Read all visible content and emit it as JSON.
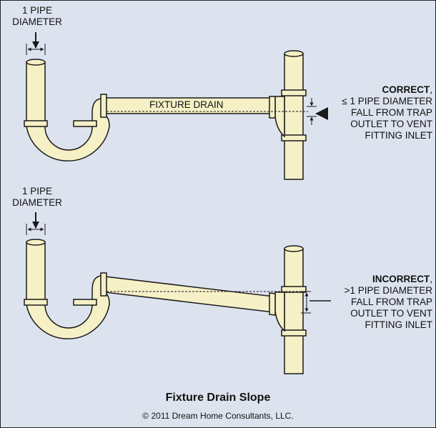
{
  "diagram": {
    "title": "Fixture Drain Slope",
    "copyright": "© 2011 Dream Home Consultants, LLC.",
    "top": {
      "pipe_label_line1": "1 PIPE",
      "pipe_label_line2": "DIAMETER",
      "drain_label": "FIXTURE DRAIN",
      "status_word": "CORRECT",
      "status_punct": ",",
      "line2": "≤ 1 PIPE DIAMETER",
      "line3": "FALL FROM TRAP",
      "line4": "OUTLET TO VENT",
      "line5": "FITTING INLET"
    },
    "bottom": {
      "pipe_label_line1": "1 PIPE",
      "pipe_label_line2": "DIAMETER",
      "status_word": "INCORRECT",
      "status_punct": ",",
      "line2": ">1 PIPE DIAMETER",
      "line3": "FALL FROM TRAP",
      "line4": "OUTLET TO VENT",
      "line5": "FITTING INLET"
    },
    "colors": {
      "background": "#dde3ee",
      "pipe_fill": "#f6f0c6",
      "outline": "#1a1a1a"
    }
  }
}
